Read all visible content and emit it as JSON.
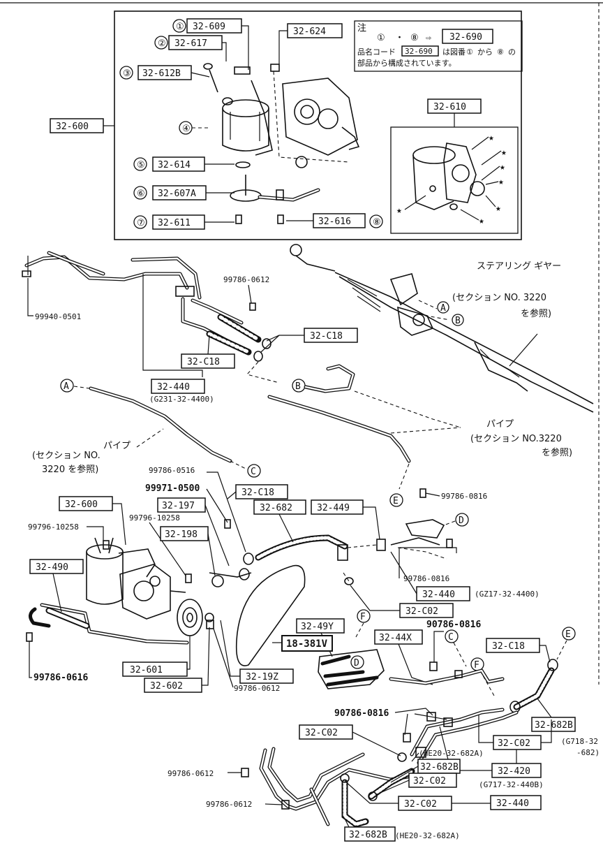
{
  "note": {
    "head": "注",
    "range_start": "①",
    "range_end": "⑧",
    "arrow": "⇨",
    "part": "32-690",
    "line2_a": "品名コード",
    "line2_part": "32-690",
    "line2_b": "は図番",
    "line2_c": "①",
    "line2_d": "から",
    "line2_e": "⑧",
    "line2_f": "の",
    "line3": "部品から構成されています。"
  },
  "detail": {
    "items": [
      {
        "num": "①",
        "part": "32-609"
      },
      {
        "num": "②",
        "part": "32-617"
      },
      {
        "num": "③",
        "part": "32-612B"
      },
      {
        "num": "④",
        "part": ""
      },
      {
        "num": "⑤",
        "part": "32-614"
      },
      {
        "num": "⑥",
        "part": "32-607A"
      },
      {
        "num": "⑦",
        "part": "32-611"
      },
      {
        "num": "⑧",
        "part": "32-616"
      }
    ],
    "part_624": "32-624",
    "inset_part": "32-610",
    "assembly": "32-600",
    "star": "★"
  },
  "upper": {
    "bolt_left": "99940-0501",
    "bolt_top": "99786-0612",
    "clamp_a": "32-C18",
    "clamp_b": "32-C18",
    "pipe_part": "32-440",
    "pipe_sub": "(G231-32-4400)",
    "gear_label1": "ステアリング  ギヤー",
    "gear_label2": "(セクション NO. 3220",
    "gear_label3": "を参照)",
    "pipe_left1": "パイプ",
    "pipe_left2": "(セクション NO.",
    "pipe_left3": "3220 を参照)",
    "pipe_right1": "パイプ",
    "pipe_right2": "(セクション NO.3220",
    "pipe_right3": "を参照)"
  },
  "letters": {
    "A": "A",
    "B": "B",
    "C": "C",
    "D": "D",
    "E": "E",
    "F": "F"
  },
  "lower": {
    "bolt_0516": "99786-0516",
    "bolt_0500": "99971-0500",
    "clamp_c18": "32-C18",
    "part_600": "32-600",
    "part_197": "32-197",
    "bolt_10258a": "99796-10258",
    "bolt_10258b": "99796-10258",
    "part_198": "32-198",
    "hose_682": "32-682",
    "part_449": "32-449",
    "bolt_0816_top": "99786-0816",
    "part_490": "32-490",
    "bolt_0816_mid": "99786-0816",
    "pipe_440": "32-440",
    "pipe_440_sub": "(GZ17-32-4400)",
    "clamp_c02": "32-C02",
    "part_49y": "32-49Y",
    "belt": "18-381V",
    "part_44x": "32-44X",
    "bolt_90786a": "90786-0816",
    "clamp_c18b": "32-C18",
    "bolt_0616": "99786-0616",
    "part_601": "32-601",
    "part_602": "32-602",
    "part_19z": "32-19Z",
    "bolt_0612": "99786-0612",
    "bolt_90786b": "90786-0816",
    "hose_682b_top": "32-682B",
    "hose_682b_sub": "(G718-32",
    "hose_682b_sub2": "-682)",
    "clamp_c02_a": "32-C02",
    "clamp_c02_b": "32-C02",
    "pipe_420": "32-420",
    "he20_a": "(HE20-32-682A)",
    "hose_682b_mid": "32-682B",
    "clamp_c02_c": "32-C02",
    "g717": "(G717-32-440B)",
    "clamp_c02_d": "32-C02",
    "pipe_440b": "32-440",
    "bolt_0612b": "99786-0612",
    "bolt_0612c": "99786-0612",
    "hose_682b_bot": "32-682B",
    "he20_b": "(HE20-32-682A)"
  }
}
